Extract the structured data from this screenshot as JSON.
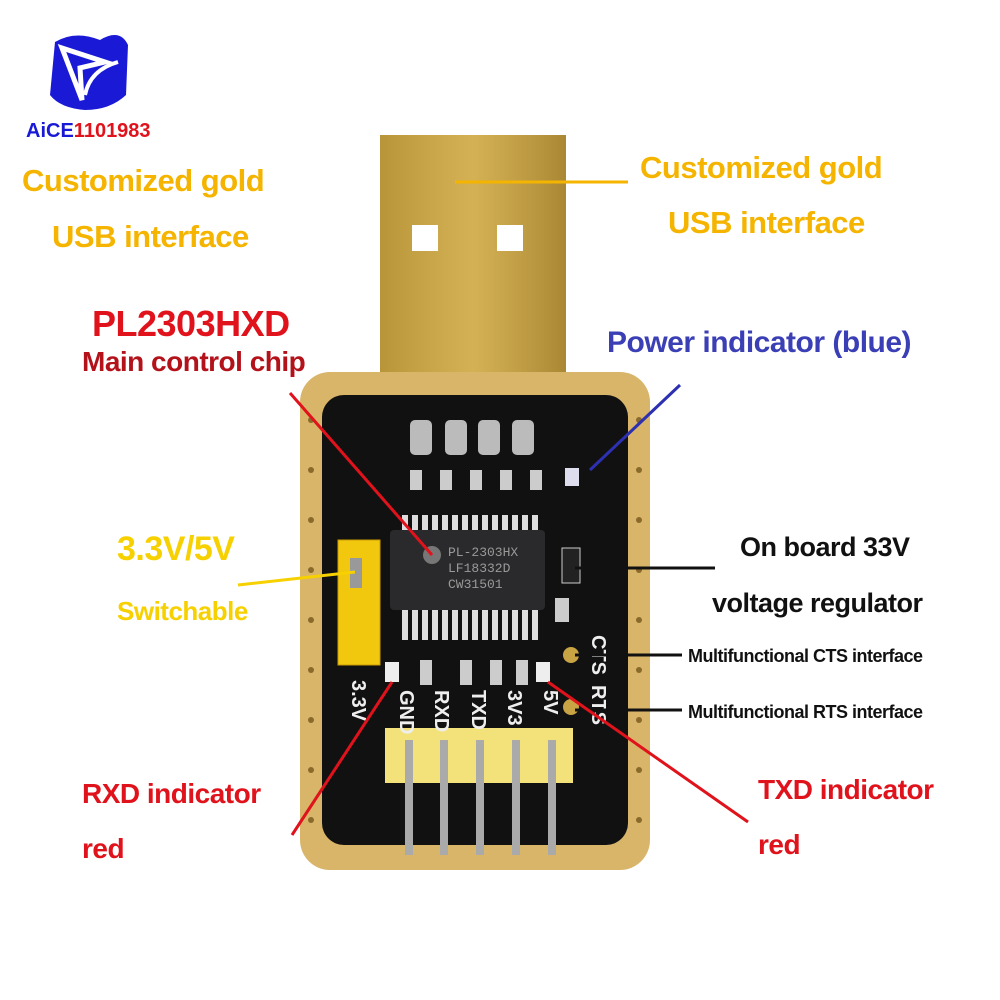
{
  "logo": {
    "brand_part1": "AiCE",
    "brand_part2": "1101983"
  },
  "labels": {
    "usb_left": [
      "Customized gold",
      "USB interface"
    ],
    "usb_right": [
      "Customized gold",
      "USB interface"
    ],
    "chip_name": "PL2303HXD",
    "chip_desc": "Main control chip",
    "power": "Power indicator (blue)",
    "switch_voltage": "3.3V/5V",
    "switch_desc": "Switchable",
    "regulator": [
      "On board 33V",
      "voltage regulator"
    ],
    "cts": "Multifunctional CTS interface",
    "rts": "Multifunctional RTS interface",
    "rxd": [
      "RXD indicator",
      "red"
    ],
    "txd": [
      "TXD indicator",
      "red"
    ]
  },
  "board": {
    "chip_marking": [
      "PL-2303HX",
      "LF18332D",
      "CW31501"
    ],
    "pin_labels": [
      "3.3V",
      "GND",
      "RXD",
      "TXD",
      "3V3",
      "5V"
    ],
    "side_labels": [
      "CTS",
      "RTS"
    ]
  },
  "colors": {
    "gold": "#f4b400",
    "red": "#e0121b",
    "blue": "#3b3fb5",
    "pcb": "#111111"
  }
}
